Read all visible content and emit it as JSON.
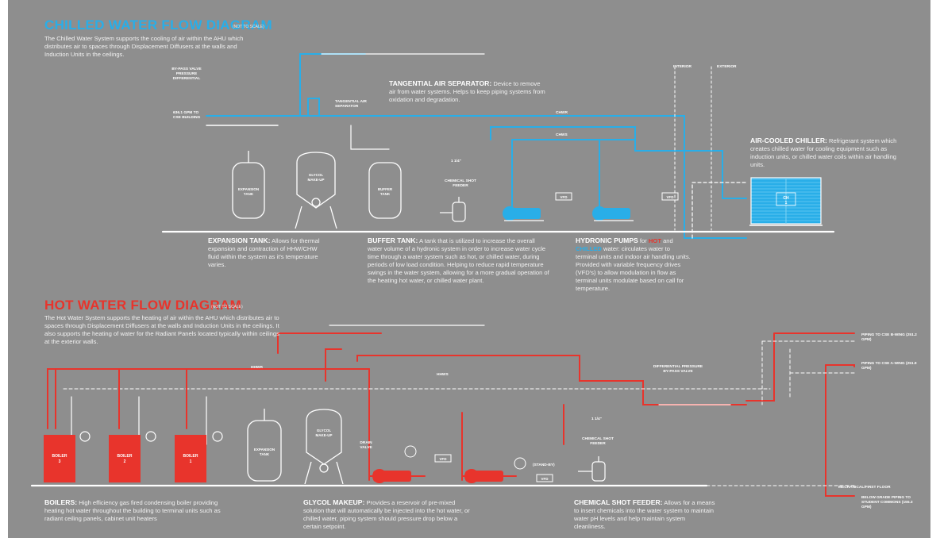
{
  "colors": {
    "background": "#8e8e8e",
    "chilled": "#29aee8",
    "hot": "#e8342c",
    "line": "#ffffff",
    "page": "#ffffff"
  },
  "chilled": {
    "title": "CHILLED WATER FLOW DIAGRAM",
    "not_to_scale": "(NOT TO SCALE)",
    "intro": "The Chilled Water System supports the cooling of air within the AHU which distributes air to spaces through Displacement Diffusers at the walls and Induction Units in the ceilings.",
    "labels": {
      "bypass": "BY-PASS VALVE PRESSURE DIFFERENTIAL",
      "tangential": "TANGENTIAL AIR SEPARATOR",
      "to_cse": "636.1 GPM TO CSE BUILDING",
      "interior": "INTERIOR",
      "exterior": "EXTERIOR",
      "expansion_tank": "EXPANSION TANK",
      "glycol": "GLYCOL MAKE-UP",
      "buffer_tank": "BUFFER TANK",
      "shot_feeder": "CHEMICAL SHOT FEEDER",
      "chiller": "CH 1",
      "vfd": "VFD",
      "size_1_1_4": "1 1/4\"",
      "chwr": "CHWR",
      "chws": "CHWS"
    },
    "descriptions": {
      "expansion_title": "EXPANSION TANK:",
      "expansion_body": "Allows for thermal expansion and contraction of HHW/CHW fluid within the system as it's temperature varies.",
      "buffer_title": "BUFFER TANK:",
      "buffer_body": "A tank that is utilized to increase the overall water volume of a hydronic system in order to increase water cycle time through a water system such as hot, or chilled water, during periods of low load condition. Helping to reduce rapid temperature swings in the water system, allowing for a more gradual operation of the heating hot water, or chilled water plant.",
      "tas_title": "TANGENTIAL AIR SEPARATOR:",
      "tas_body": "Device to remove air from water systems. Helps to keep piping systems from oxidation and degradation.",
      "chiller_title": "AIR-COOLED CHILLER:",
      "chiller_body": "Refrigerant system which creates chilled water for cooling equipment such as induction units, or chilled water coils within air handling units.",
      "pumps_title": "HYDRONIC PUMPS",
      "pumps_for": "for",
      "pumps_hot": "HOT",
      "pumps_and": "and",
      "pumps_chilled": "CHILLED",
      "pumps_body": "water: circulates water to terminal units and indoor air handling units. Provided with variable frequency drives (VFD's) to allow modulation in flow as terminal units modulate based on call for temperature."
    }
  },
  "hot": {
    "title": "HOT WATER FLOW DIAGRAM",
    "not_to_scale": "(NOT TO SCALE)",
    "intro": "The Hot Water System supports the heating of air within the AHU which distributes air to spaces through Displacement Diffusers at the walls and Induction Units in the ceilings. It also supports the heating of water for the Radiant Panels located typically within ceilings at the exterior walls.",
    "labels": {
      "boiler_3": "BOILER 3",
      "boiler_2": "BOILER 2",
      "boiler_1": "BOILER 1",
      "expansion_tank": "EXPANSION TANK",
      "glycol": "GLYCOL MAKE-UP",
      "drain_valve": "DRAIN VALVE",
      "vfd": "VFD",
      "standby": "(STAND-BY)",
      "shot_feeder": "CHEMICAL SHOT FEEDER",
      "dp_bypass": "DIFFERENTIAL PRESSURE BY-PASS VALVE",
      "piping_b": "PIPING TO CSE B-WING (251.2 GPM)",
      "piping_a": "PIPING TO CSE A-WING (251.9 GPM)",
      "mech_floor": "MECHANICAL/FIRST FLOOR",
      "below_grade": "BELOW GRADE PIPING TO STUDENT COMMONS (155.3 GPM)",
      "hhwr": "HHWR",
      "hhws": "HHWS",
      "size_1_1_4": "1 1/4\""
    },
    "descriptions": {
      "boilers_title": "BOILERS:",
      "boilers_body": "High efficiency gas fired condensing boiler providing heating hot water throughout the building to terminal units such as radiant ceiling panels, cabinet unit heaters",
      "glycol_title": "GLYCOL MAKEUP:",
      "glycol_body": "Provides a reservoir of pre-mixed solution that will automatically be injected into the hot water, or chilled water, piping system should pressure drop below a certain setpoint.",
      "shot_title": "CHEMICAL SHOT FEEDER:",
      "shot_body": "Allows for a means to insert chemicals into the water system to maintain water pH levels and help maintain system cleanliness."
    }
  }
}
